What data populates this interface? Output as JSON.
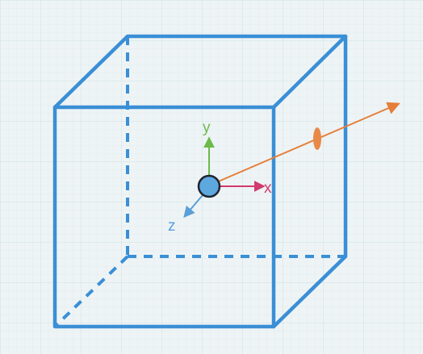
{
  "diagram": {
    "axes": {
      "y_label": "y",
      "x_label": "x",
      "z_label": "z"
    },
    "colors": {
      "background": "#eef4f5",
      "grid_minor": "#dde9ec",
      "grid_major": "#cfdfe3",
      "cube": "#3a8fd6",
      "y_axis": "#6cba4a",
      "x_axis": "#d23b6e",
      "z_axis": "#5a9fd8",
      "origin_fill": "#5ea8e0",
      "origin_stroke": "#1f2530",
      "ray": "#e67e3a",
      "ray_marker": "#e8894a"
    }
  }
}
